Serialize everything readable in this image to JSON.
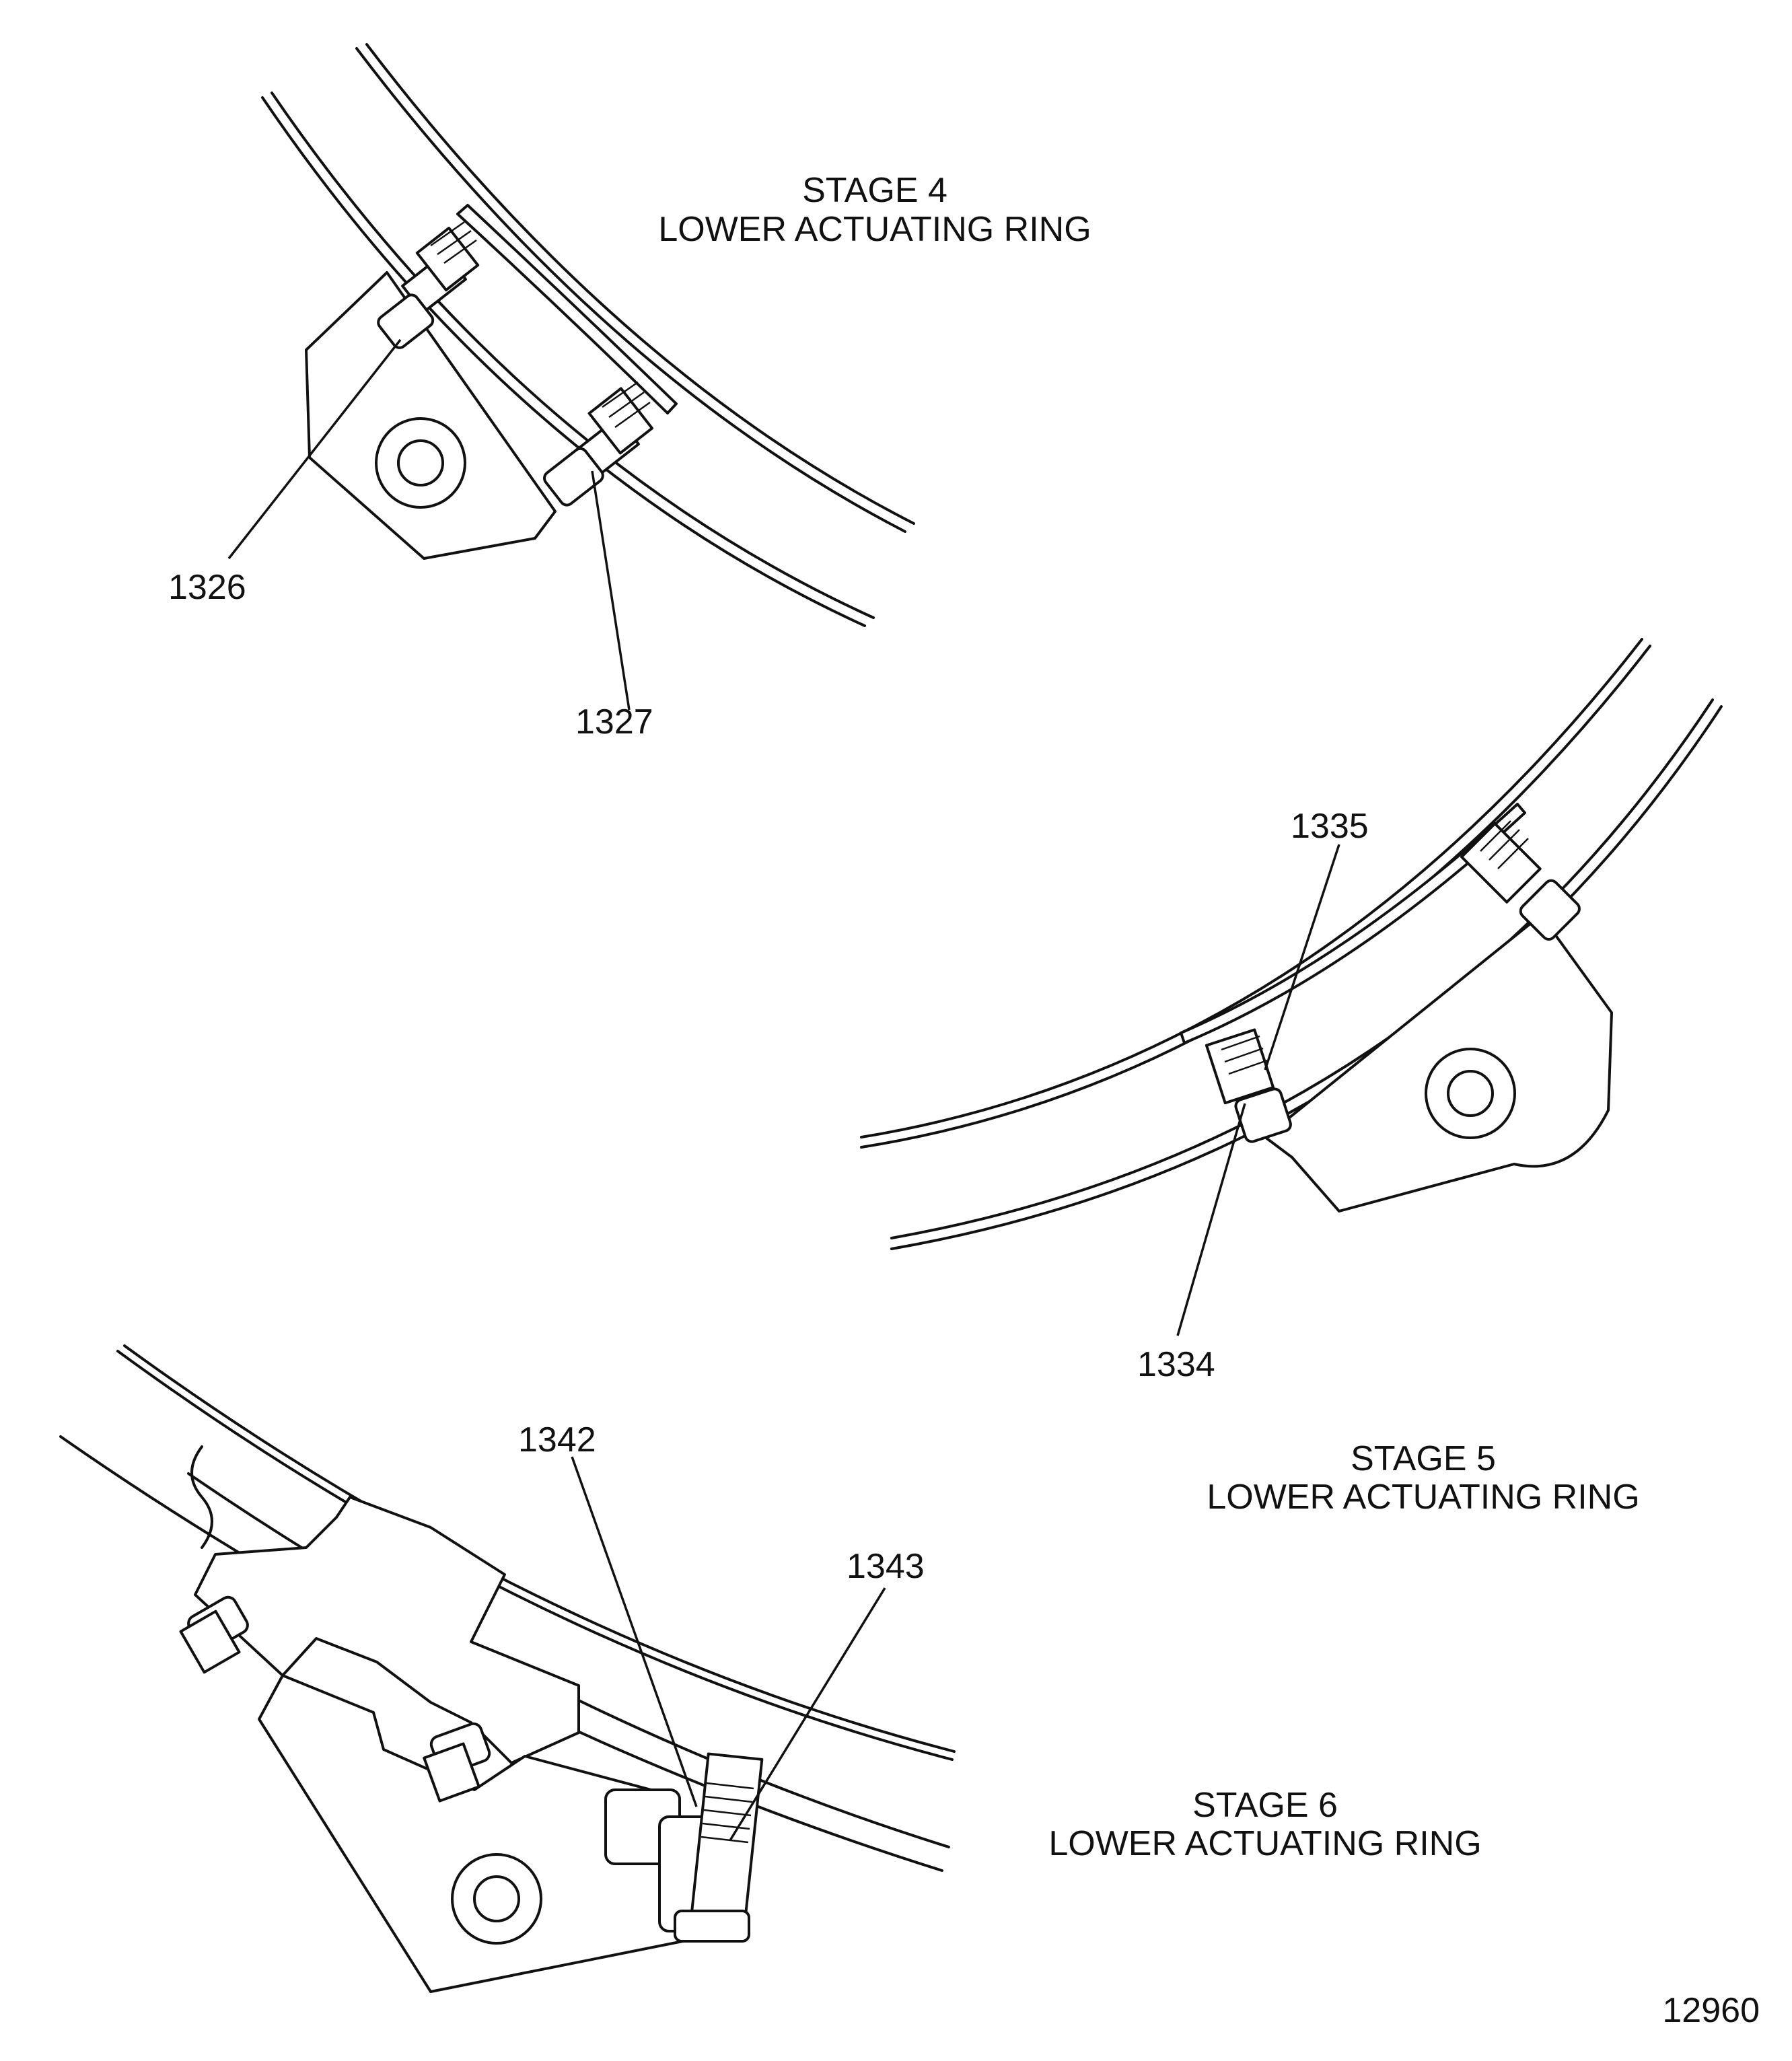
{
  "captions": {
    "stage4": {
      "line1": "STAGE 4",
      "line2": "LOWER ACTUATING RING"
    },
    "stage5": {
      "line1": "STAGE 5",
      "line2": "LOWER  ACTUATING RING"
    },
    "stage6": {
      "line1": "STAGE 6",
      "line2": "LOWER  ACTUATING RING"
    }
  },
  "callouts": {
    "c1326": "1326",
    "c1327": "1327",
    "c1335": "1335",
    "c1334": "1334",
    "c1342": "1342",
    "c1343": "1343"
  },
  "figure_number": "12960"
}
